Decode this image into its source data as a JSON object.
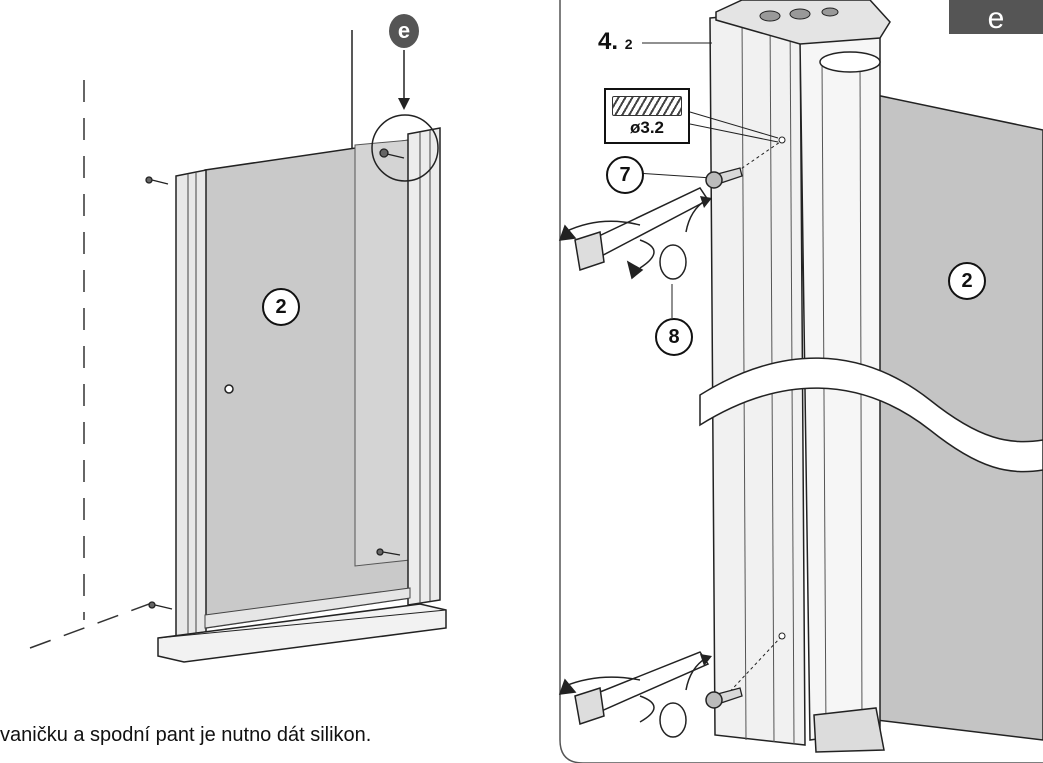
{
  "left_figure": {
    "detail_badge": "e",
    "panel_number": "2"
  },
  "right_figure": {
    "corner_badge": "e",
    "part_label": "4.",
    "part_sub": "2",
    "drill_diameter": "ø3.2",
    "screw_number": "7",
    "plug_number": "8",
    "panel_number": "2"
  },
  "caption": "vaničku a spodní pant je nutno dát silikon."
}
